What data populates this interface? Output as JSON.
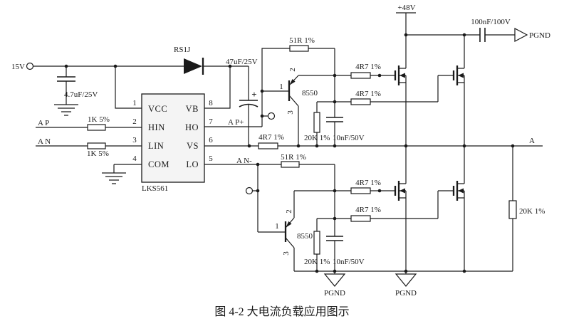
{
  "figure": {
    "caption": "图 4-2 大电流负载应用图示"
  },
  "schematic": {
    "supplies": {
      "vin": "15V",
      "vbus": "+48V",
      "pgnd": "PGND",
      "output": "A"
    },
    "inputs": {
      "p": "A P",
      "n": "A N"
    },
    "nets": {
      "ho": "A P+",
      "lo": "A N-"
    },
    "ic": {
      "name": "LKS561",
      "left_pins": [
        {
          "num": "1",
          "label": "VCC"
        },
        {
          "num": "2",
          "label": "HIN"
        },
        {
          "num": "3",
          "label": "LIN"
        },
        {
          "num": "4",
          "label": "COM"
        }
      ],
      "right_pins": [
        {
          "num": "8",
          "label": "VB"
        },
        {
          "num": "7",
          "label": "HO"
        },
        {
          "num": "6",
          "label": "VS"
        },
        {
          "num": "5",
          "label": "LO"
        }
      ]
    },
    "transistors": {
      "model_top": "8550",
      "model_bot": "8550",
      "pin_base": "1",
      "pin_emitter": "2",
      "pin_collector": "3"
    },
    "components": {
      "c_in": "4.7uF/25V",
      "d_boot": "RS1J",
      "c_boot": "47uF/25V",
      "c_boot_polarity": "+",
      "r_in_p": "1K 5%",
      "r_in_n": "1K 5%",
      "r_base_top": "51R 1%",
      "r_base_bot": "51R 1%",
      "r_vs": "4R7 1%",
      "r_gate_h1": "4R7 1%",
      "r_gate_h2": "4R7 1%",
      "r_gate_l1": "4R7 1%",
      "r_gate_l2": "4R7 1%",
      "r_pd_top": "20K 1%",
      "r_pd_bot": "20K 1%",
      "c_gate_top": "10nF/50V",
      "c_gate_bot": "10nF/50V",
      "c_bus": "100nF/100V",
      "r_out": "20K 1%"
    },
    "colors": {
      "line": "#1a1a1a",
      "ic_fill": "#f4f4f4",
      "background": "#ffffff"
    }
  }
}
